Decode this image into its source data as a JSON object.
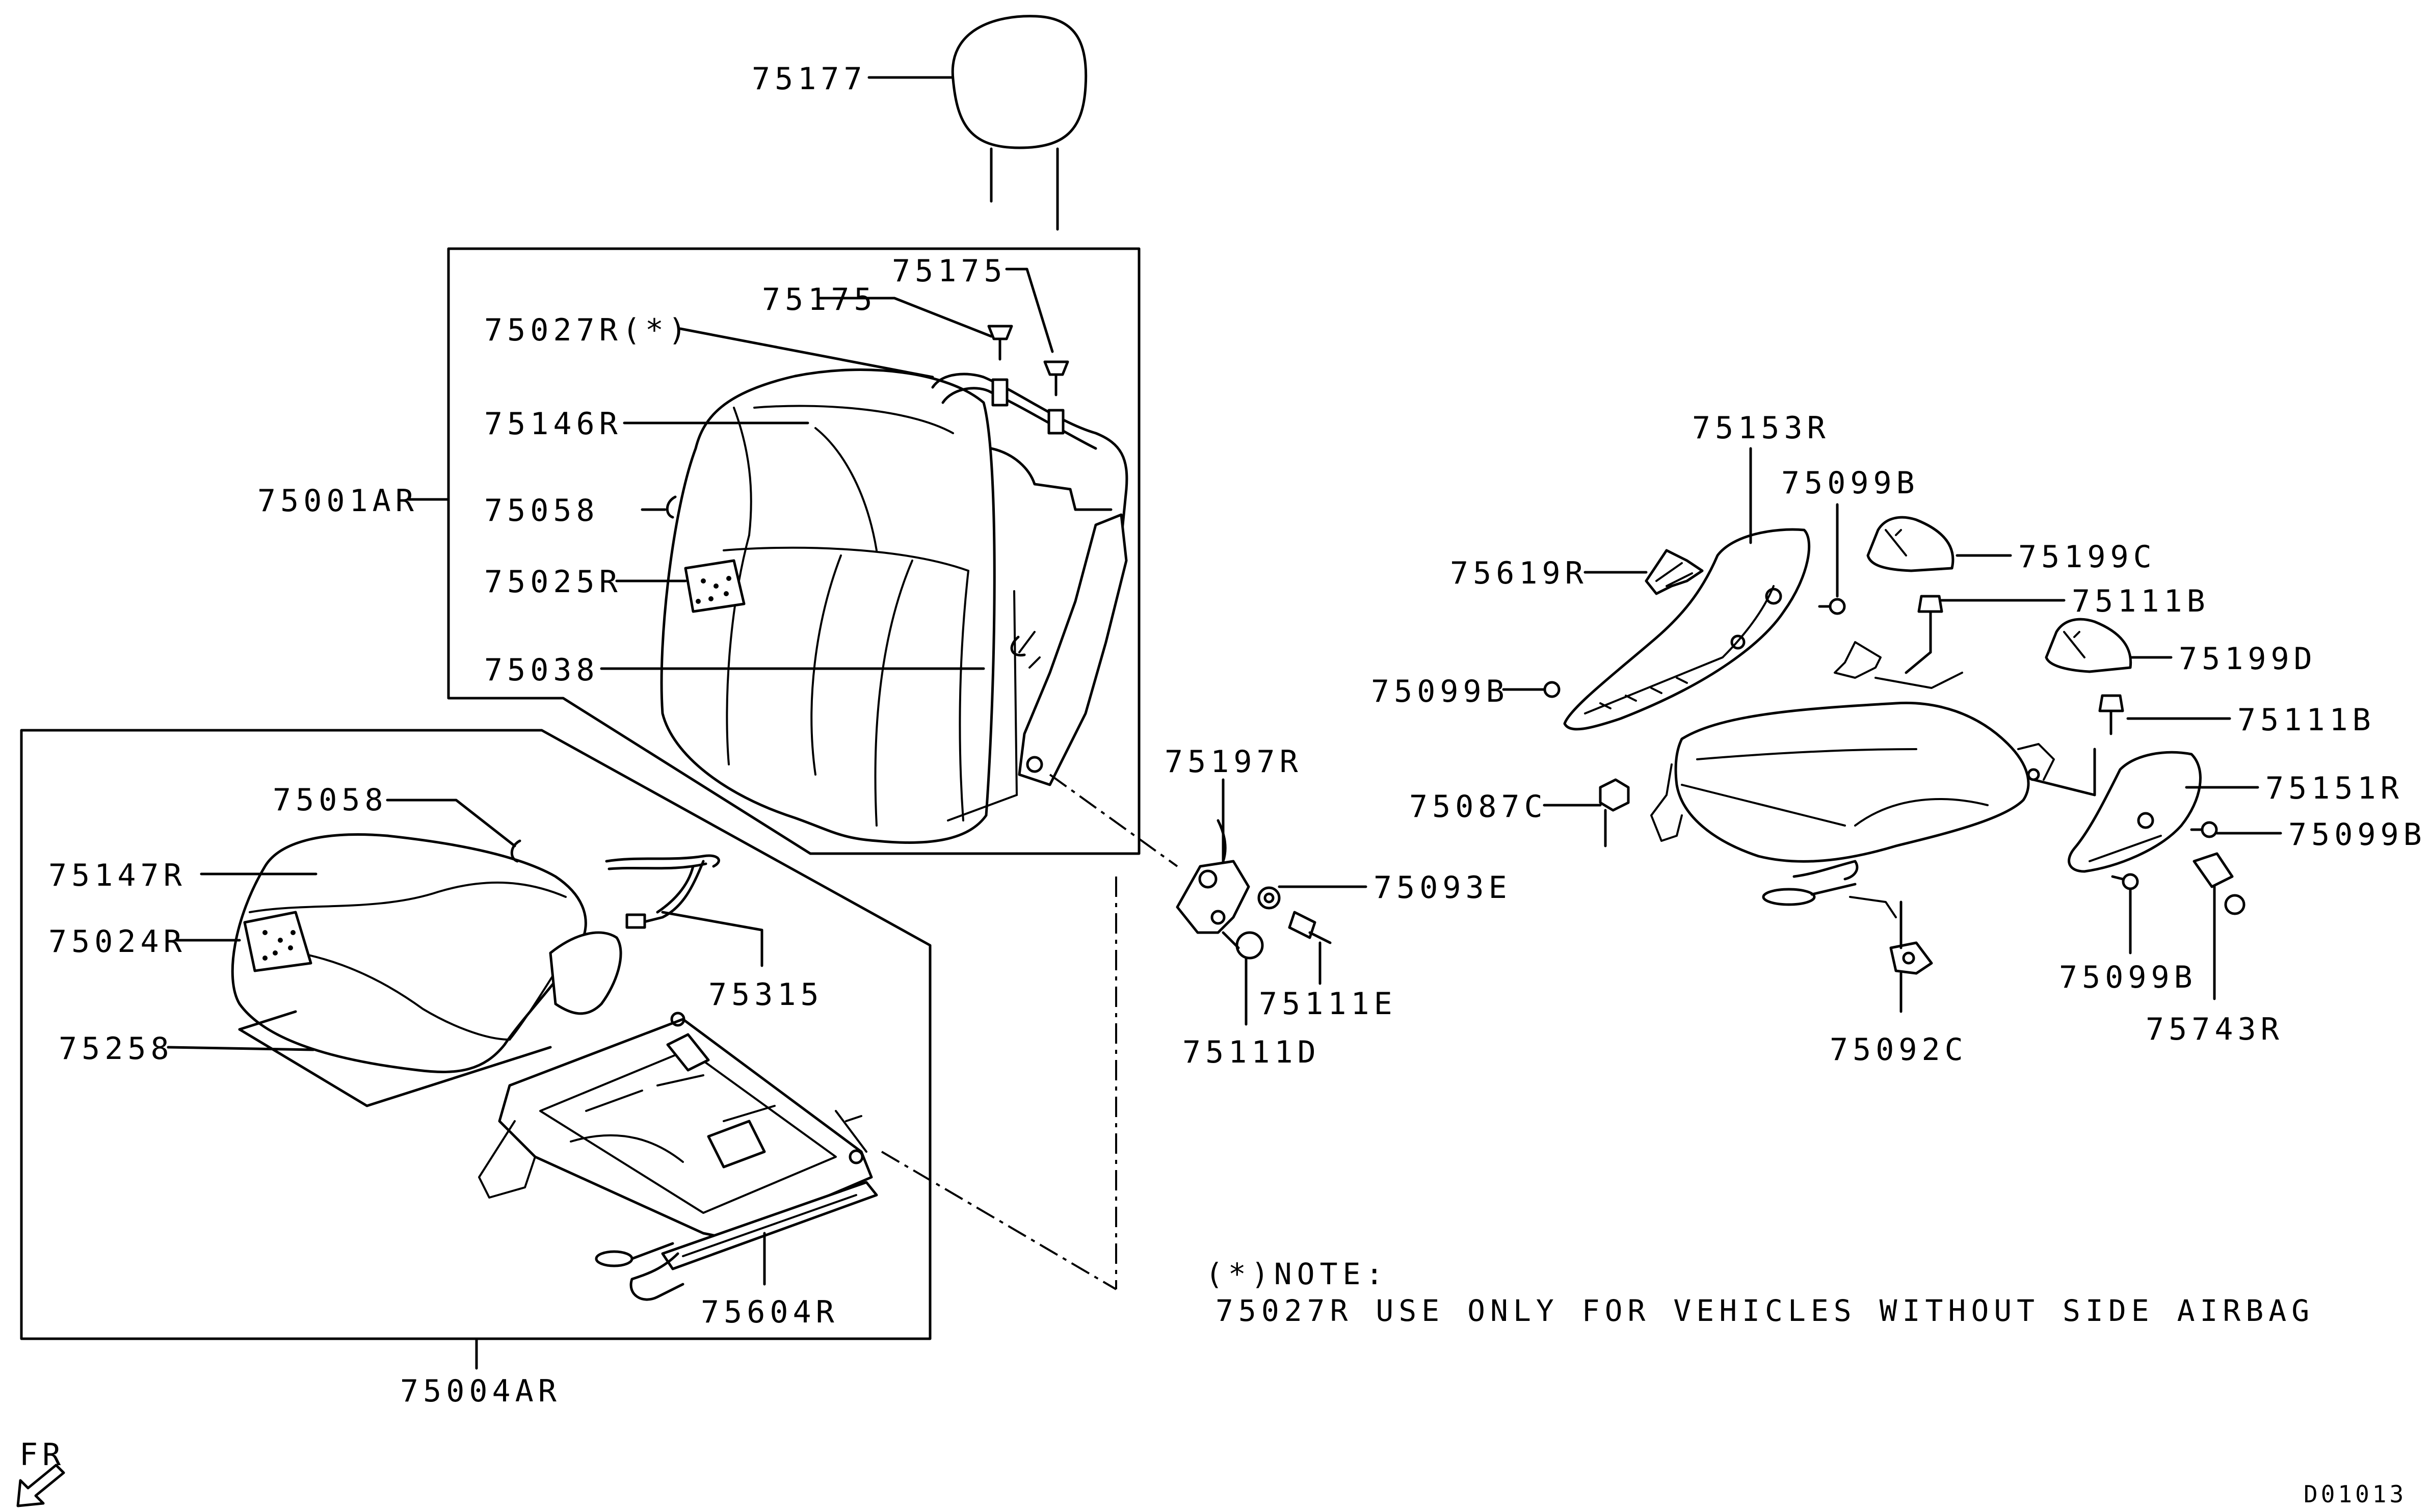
{
  "labels": {
    "p75177": "75177",
    "p75175a": "75175",
    "p75175b": "75175",
    "p75027R": "75027R(*)",
    "p75146R": "75146R",
    "p75001AR": "75001AR",
    "p75058a": "75058",
    "p75025R": "75025R",
    "p75038": "75038",
    "p75058b": "75058",
    "p75147R": "75147R",
    "p75024R": "75024R",
    "p75315": "75315",
    "p75258": "75258",
    "p75604R": "75604R",
    "p75004AR": "75004AR",
    "p75197R": "75197R",
    "p75093E": "75093E",
    "p75111E": "75111E",
    "p75111D": "75111D",
    "p75153R": "75153R",
    "p75099Ba": "75099B",
    "p75619R": "75619R",
    "p75099Bb": "75099B",
    "p75199C": "75199C",
    "p75111Ba": "75111B",
    "p75199D": "75199D",
    "p75111Bb": "75111B",
    "p75087C": "75087C",
    "p75151R": "75151R",
    "p75099Bc": "75099B",
    "p75099Bd": "75099B",
    "p75092C": "75092C",
    "p75743R": "75743R"
  },
  "note": {
    "heading": "(*)NOTE:",
    "text": "75027R USE ONLY FOR VEHICLES WITHOUT SIDE AIRBAG"
  },
  "direction": "FR",
  "diagram_code": "D01013",
  "icons": {
    "front_arrow": "front-direction-arrow-icon"
  }
}
